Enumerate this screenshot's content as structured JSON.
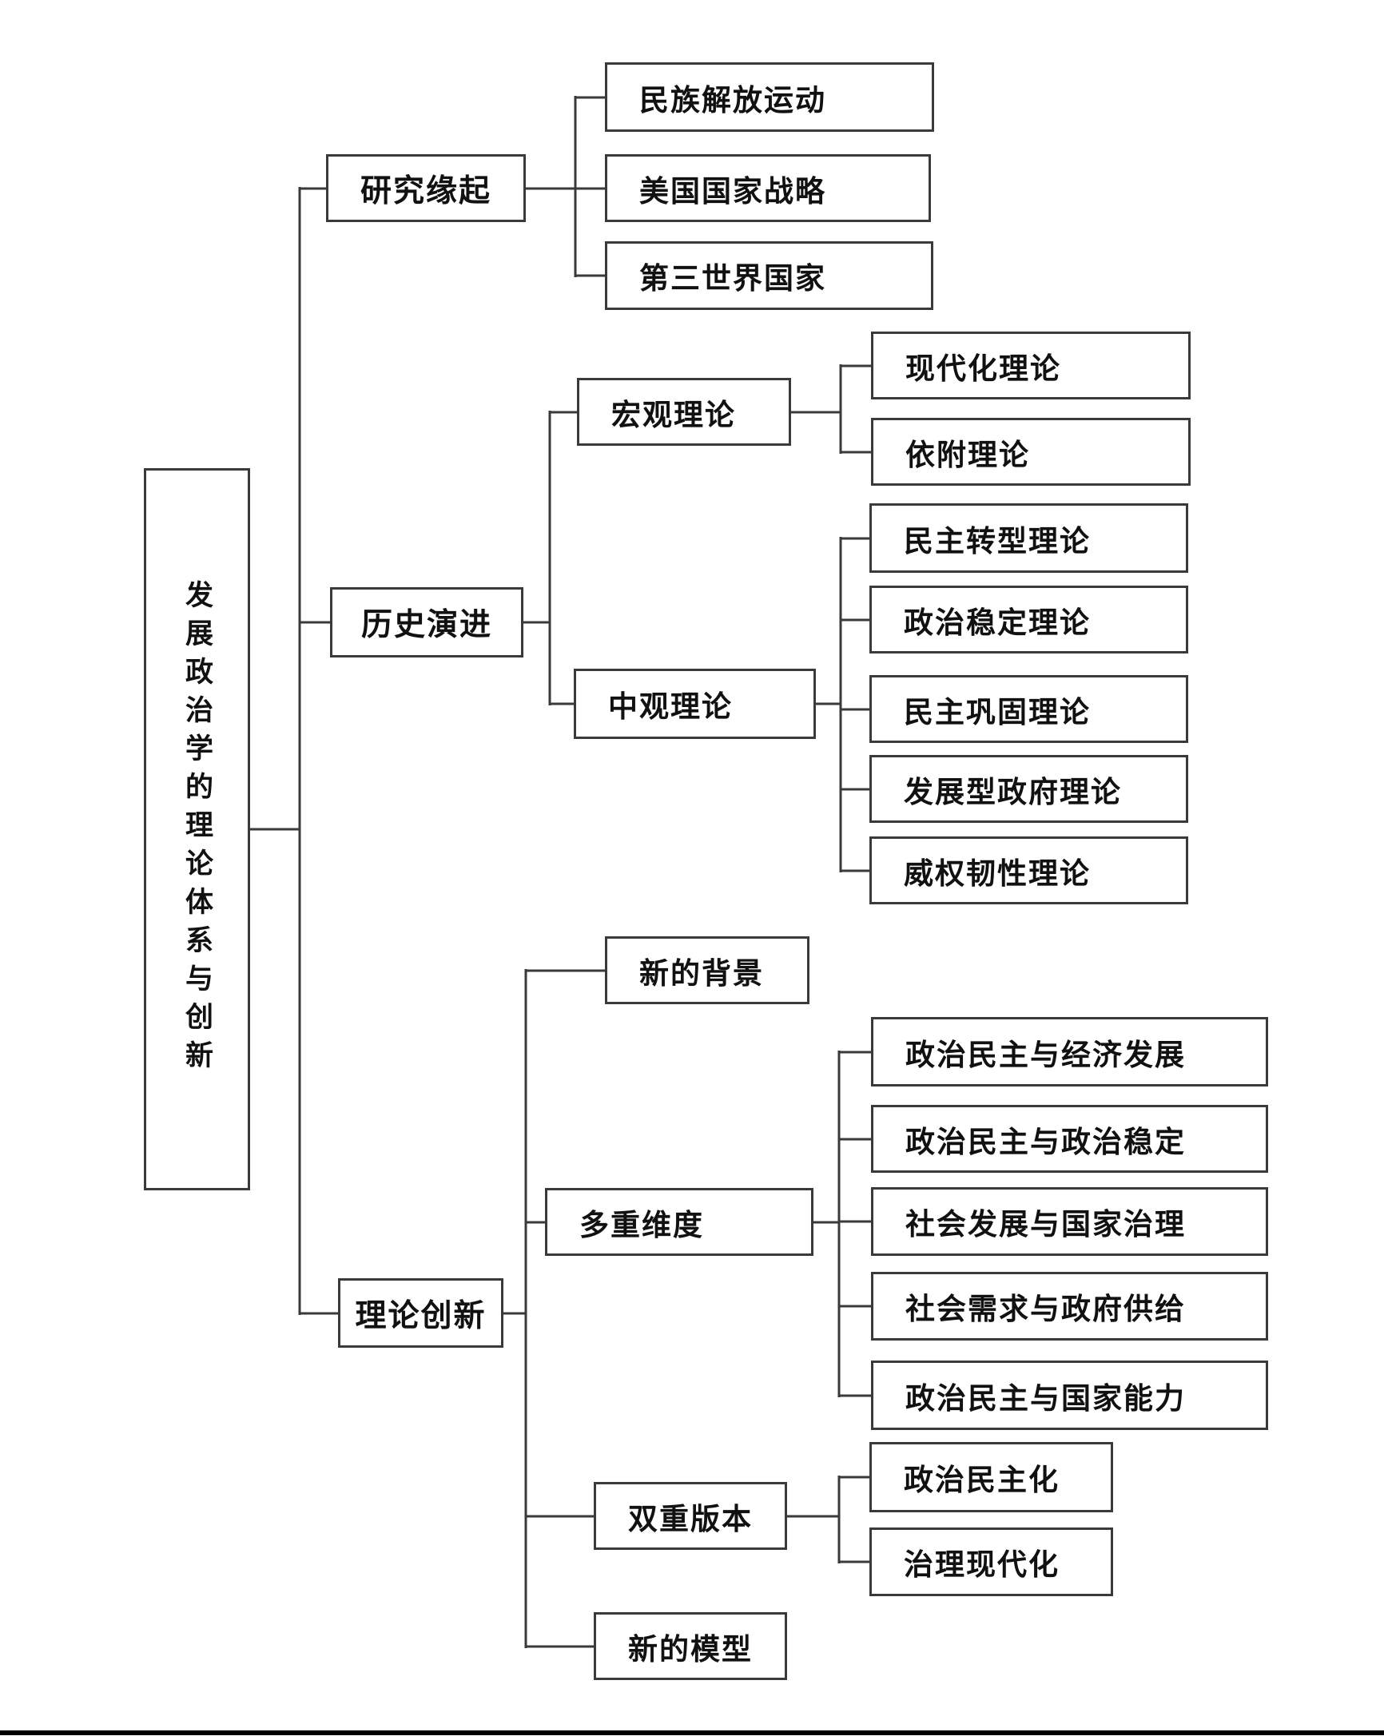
{
  "diagram": {
    "title": "发展政治学的理论体系与创新",
    "root": {
      "label": "发展政治学的理论体系与创新"
    },
    "branches": [
      {
        "label": "研究缘起",
        "children": [
          {
            "label": "民族解放运动"
          },
          {
            "label": "美国国家战略"
          },
          {
            "label": "第三世界国家"
          }
        ]
      },
      {
        "label": "历史演进",
        "children": [
          {
            "label": "宏观理论",
            "children": [
              {
                "label": "现代化理论"
              },
              {
                "label": "依附理论"
              }
            ]
          },
          {
            "label": "中观理论",
            "children": [
              {
                "label": "民主转型理论"
              },
              {
                "label": "政治稳定理论"
              },
              {
                "label": "民主巩固理论"
              },
              {
                "label": "发展型政府理论"
              },
              {
                "label": "威权韧性理论"
              }
            ]
          }
        ]
      },
      {
        "label": "理论创新",
        "children": [
          {
            "label": "新的背景"
          },
          {
            "label": "多重维度",
            "children": [
              {
                "label": "政治民主与经济发展"
              },
              {
                "label": "政治民主与政治稳定"
              },
              {
                "label": "社会发展与国家治理"
              },
              {
                "label": "社会需求与政府供给"
              },
              {
                "label": "政治民主与国家能力"
              }
            ]
          },
          {
            "label": "双重版本",
            "children": [
              {
                "label": "政治民主化"
              },
              {
                "label": "治理现代化"
              }
            ]
          },
          {
            "label": "新的模型"
          }
        ]
      }
    ],
    "colors": {
      "background": "#ffffff",
      "box_border": "#3a3a3a",
      "connector_line": "#3a3a3a",
      "text": "#111111",
      "bottom_rule": "#000000"
    }
  }
}
